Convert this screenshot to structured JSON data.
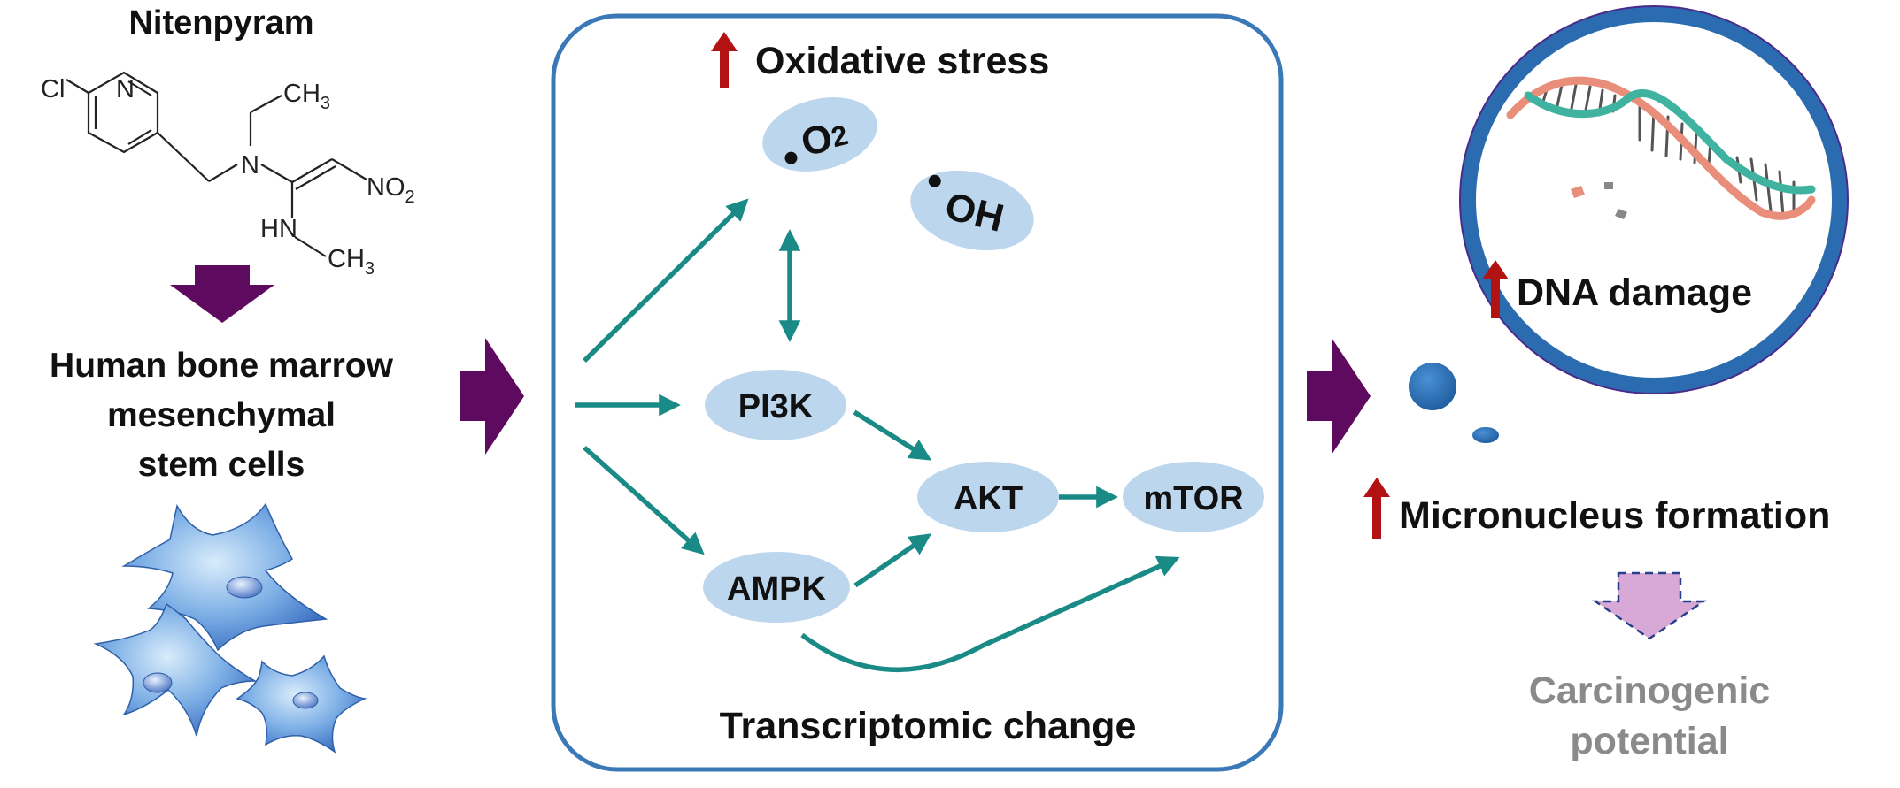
{
  "left": {
    "compound_name": "Nitenpyram",
    "structure": {
      "cl": "Cl",
      "n_ring": "N",
      "n_amine": "N",
      "ch3_top": "CH",
      "no2": "NO",
      "hn": "HN",
      "ch3_bottom": "CH",
      "sub3": "3",
      "sub2": "2"
    },
    "cells_label": [
      "Human bone marrow",
      "mesenchymal",
      "stem cells"
    ]
  },
  "center": {
    "oxidative_stress": "Oxidative stress",
    "o2": "O",
    "o2_sub": "2",
    "oh": "OH",
    "nodes": {
      "pi3k": "PI3K",
      "akt": "AKT",
      "mtor": "mTOR",
      "ampk": "AMPK"
    },
    "footer": "Transcriptomic change"
  },
  "right": {
    "dna_damage": "DNA damage",
    "micronucleus": "Micronucleus formation",
    "carcinogenic": [
      "Carcinogenic",
      "potential"
    ]
  },
  "colors": {
    "purple_arrow": "#5e0a5e",
    "teal": "#1a8a86",
    "ellipse_fill": "#bcd6ee",
    "panel_border": "#3a78b8",
    "red_arrow": "#b21212",
    "bubble_border": "#2b6cb0",
    "grey_text": "#8a8a8a",
    "dashed_arrow_fill": "#d8a8d6"
  }
}
